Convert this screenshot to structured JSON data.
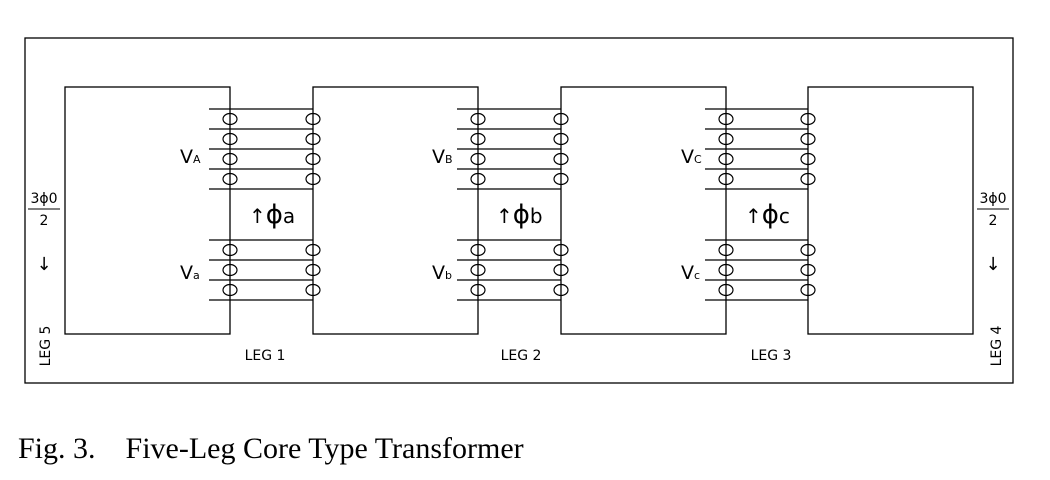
{
  "legs": {
    "leg1": "LEG 1",
    "leg2": "LEG 2",
    "leg3": "LEG 3",
    "leg4": "LEG 4",
    "leg5": "LEG 5"
  },
  "windings": {
    "A": {
      "upper_main": "V",
      "upper_sub": "A",
      "lower_main": "V",
      "lower_sub": "a",
      "flux_arrow": "↑",
      "flux_symbol": "ϕ",
      "flux_sub": "a"
    },
    "B": {
      "upper_main": "V",
      "upper_sub": "B",
      "lower_main": "V",
      "lower_sub": "b",
      "flux_arrow": "↑",
      "flux_symbol": "ϕ",
      "flux_sub": "b"
    },
    "C": {
      "upper_main": "V",
      "upper_sub": "C",
      "lower_main": "V",
      "lower_sub": "c",
      "flux_arrow": "↑",
      "flux_symbol": "ϕ",
      "flux_sub": "c"
    }
  },
  "outer_flux": {
    "numerator": "3ϕ0",
    "denominator": "2",
    "arrow": "↓"
  },
  "caption": {
    "number": "Fig. 3.",
    "text": "Five-Leg Core Type Transformer"
  }
}
